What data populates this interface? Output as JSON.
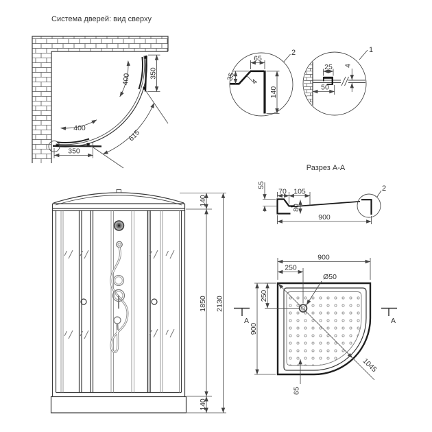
{
  "colors": {
    "background": "#ffffff",
    "ink": "#333333",
    "thin_line": "#4a4a4a",
    "profile_line": "#1f1f1f",
    "glass_line": "#9a9a9a"
  },
  "top_view": {
    "title": "Система дверей: вид сверху",
    "dims": {
      "door_top": "400",
      "side_top": "350",
      "door_bottom": "400",
      "side_bottom": "350",
      "arc_len": "615"
    }
  },
  "details": {
    "item2": {
      "ref": "2",
      "dims": {
        "width": "65",
        "rise": "35",
        "thickness": "4",
        "height": "140"
      }
    },
    "item1": {
      "ref": "1",
      "dims": {
        "width": "25",
        "thickness": "4",
        "depth": "50"
      }
    }
  },
  "section": {
    "title": "Разрез А-А",
    "ref": "2",
    "dims": {
      "rim": "55",
      "ledge": "70",
      "step": "105",
      "height": "80",
      "width": "900"
    }
  },
  "front_view": {
    "dims": {
      "roof": "140",
      "body": "1850",
      "total": "2130",
      "tray": "140"
    }
  },
  "tray_view": {
    "section_marker": "А",
    "dims": {
      "width": "900",
      "drain_x": "250",
      "drain_dia": "Ø50",
      "drain_y": "250",
      "depth": "900",
      "diagonal": "1045",
      "rim": "65"
    }
  }
}
